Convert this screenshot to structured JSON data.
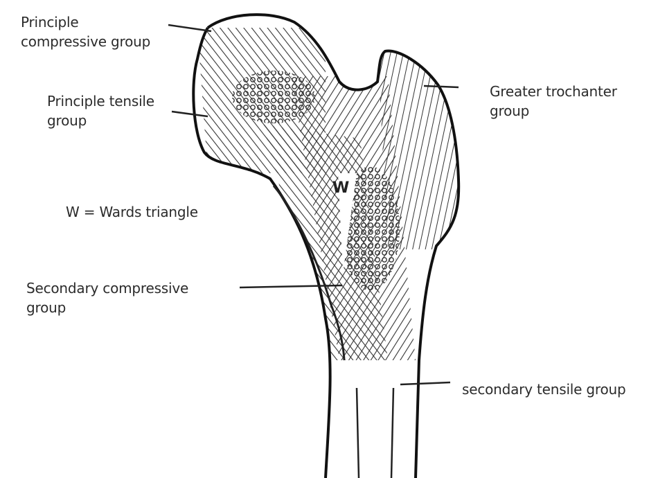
{
  "labels": {
    "principle_compressive": [
      "Principle",
      "compressive group"
    ],
    "principle_tensile": [
      "Principle tensile",
      "group"
    ],
    "greater_trochanter": [
      "Greater trochanter",
      "group"
    ],
    "wards_triangle": "W = Wards triangle",
    "secondary_compressive": [
      "Secondary compressive",
      "group"
    ],
    "secondary_tensile": "secondary tensile group",
    "ward_marker": "W"
  },
  "colors": {
    "outline": "#111111",
    "trabecula": "#3a3a3a",
    "text": "#2b2b2b",
    "background": "#ffffff"
  }
}
